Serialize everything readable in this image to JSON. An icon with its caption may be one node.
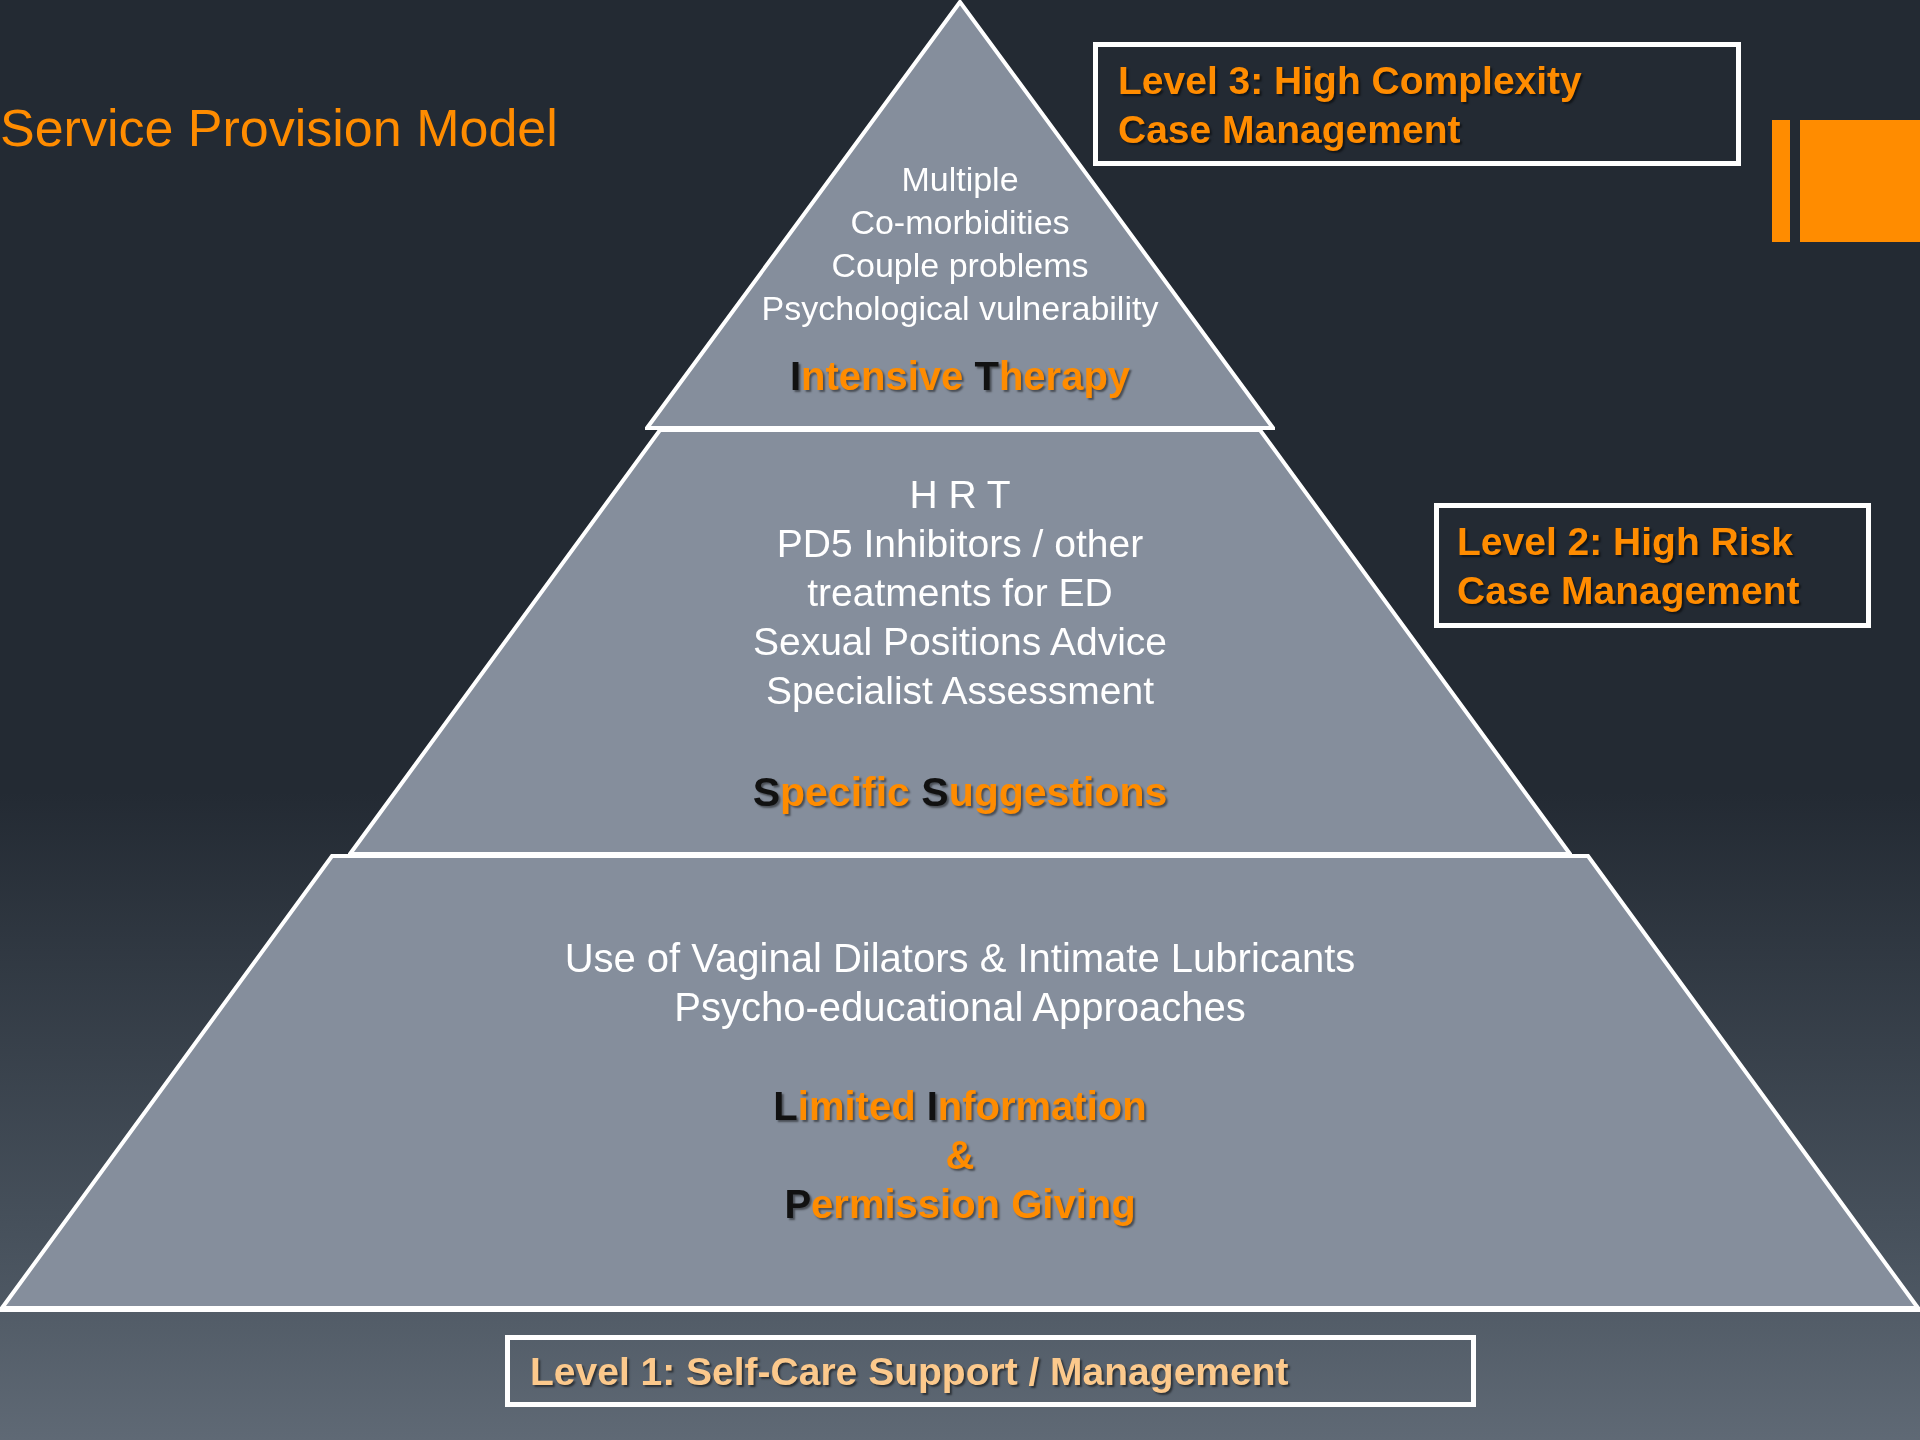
{
  "diagram": {
    "title": "Service Provision Model",
    "nodes": [
      {
        "text": [
          "Multiple",
          "Co-morbidities",
          "Couple problems",
          "Psychological vulnerability",
          "**I**ntensive **T**herapy"
        ]
      },
      {
        "text": [
          "H R T",
          "PD5 Inhibitors / other treatments for ED",
          "Sexual Positions Advice",
          "Specialist Assessment",
          "**S**pecific **S**uggestions"
        ]
      },
      {
        "text": [
          "Use of Vaginal Dilators & Intimate Lubricants",
          "Psycho-educational Approaches",
          "**L**imited **I**nformation",
          "&",
          "**P**ermission Giving"
        ]
      },
      {
        "text": [
          "Level 3: High Complexity Case Management"
        ]
      },
      {
        "text": [
          "Level 2: High Risk Case Management"
        ]
      },
      {
        "text": [
          "Level 1: Self-Care Support / Management"
        ]
      }
    ]
  }
}
